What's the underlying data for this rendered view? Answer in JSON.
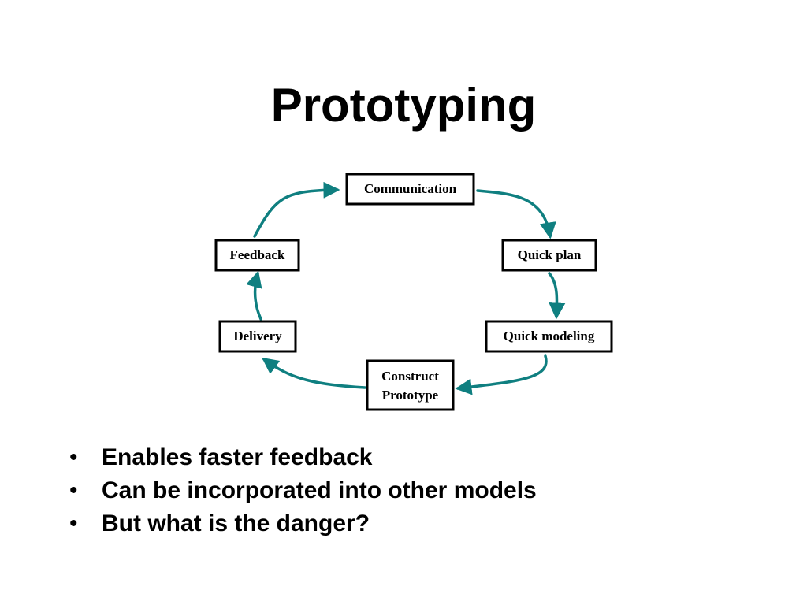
{
  "slide": {
    "title": "Prototyping"
  },
  "diagram": {
    "arrow_color": "#0f7f80",
    "nodes": {
      "communication": [
        "Communication"
      ],
      "quick_plan": [
        "Quick plan"
      ],
      "quick_modeling": [
        "Quick modeling"
      ],
      "construct_prototype": [
        "Construct",
        "Prototype"
      ],
      "delivery": [
        "Delivery"
      ],
      "feedback": [
        "Feedback"
      ]
    },
    "flow": [
      [
        "communication",
        "quick_plan"
      ],
      [
        "quick_plan",
        "quick_modeling"
      ],
      [
        "quick_modeling",
        "construct_prototype"
      ],
      [
        "construct_prototype",
        "delivery"
      ],
      [
        "delivery",
        "feedback"
      ],
      [
        "feedback",
        "communication"
      ]
    ]
  },
  "bullets": {
    "marker": "•",
    "items": [
      "Enables faster feedback",
      "Can be incorporated into other models",
      "But what is the danger?"
    ]
  }
}
